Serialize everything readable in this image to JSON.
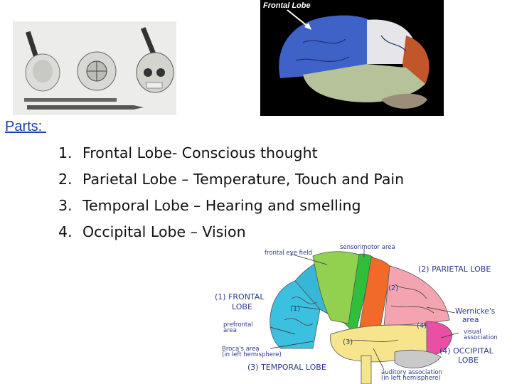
{
  "top_right_image": {
    "caption": "Frontal Lobe"
  },
  "content": {
    "parts_label": "Parts: ",
    "items": [
      {
        "num": "1.",
        "text": "Frontal Lobe- Conscious thought"
      },
      {
        "num": "2.",
        "text": "Parietal Lobe – Temperature, Touch and Pain"
      },
      {
        "num": "3.",
        "text": "Temporal Lobe – Hearing and smelling"
      },
      {
        "num": "4.",
        "text": "Occipital Lobe – Vision"
      }
    ]
  },
  "diagram": {
    "labels": {
      "frontal_eye_field": "frontal eye field",
      "sensorimotor_area": "sensorimotor area",
      "parietal_lobe": "(2) PARIETAL LOBE",
      "num2": "(2)",
      "frontal_lobe_1": "(1) FRONTAL",
      "frontal_lobe_2": "LOBE",
      "num1": "(1)",
      "wernickes_1": "Wernicke's",
      "wernickes_2": "area",
      "prefrontal_1": "prefrontal",
      "prefrontal_2": "area",
      "num4": "(4)",
      "visual_assoc_1": "visual",
      "visual_assoc_2": "association",
      "num3": "(3)",
      "brocas_1": "Broca's area",
      "brocas_2": "(in left hemisphere)",
      "occipital_1": "(4) OCCIPITAL",
      "occipital_2": "LOBE",
      "temporal_lobe": "(3) TEMPORAL LOBE",
      "auditory_1": "auditory association",
      "auditory_2": "(in left hemisphere)"
    },
    "colors": {
      "frontal": "#38b6d6",
      "prefrontal": "#3cc0e0",
      "motor": "#2fbf3a",
      "sensory": "#f26a2a",
      "parietal": "#f4a3b0",
      "temporal": "#f6e58d",
      "occipital": "#e94fa5",
      "label_text": "#2c3a8a"
    }
  }
}
